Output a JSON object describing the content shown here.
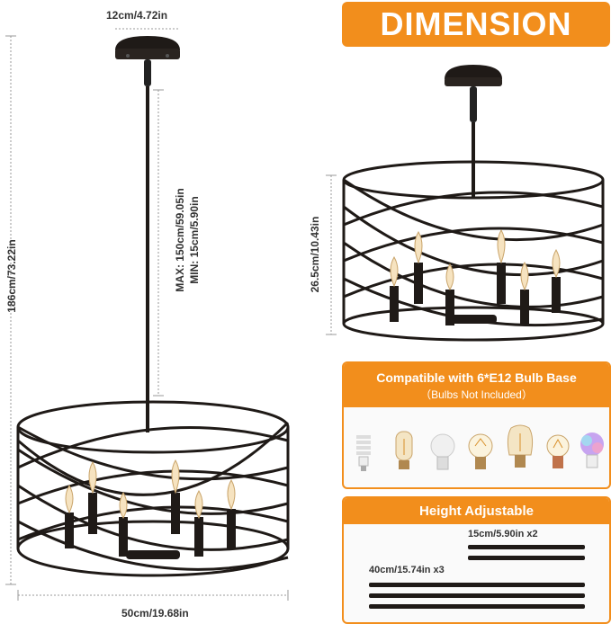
{
  "left_dims": {
    "canopy_width": "12cm/4.72in",
    "total_height": "186cm/73.22in",
    "rod_range_max": "MAX: 150cm/59.05in",
    "rod_range_min": "MIN: 15cm/5.90in",
    "shade_width": "50cm/19.68in"
  },
  "dimension_panel": {
    "title": "DIMENSION",
    "shade_height": "26.5cm/10.43in"
  },
  "bulb_panel": {
    "title": "Compatible with 6*E12 Bulb Base",
    "subtitle": "（Bulbs Not Included）",
    "bulbs": [
      "spiral-cfl-bulb-icon",
      "tubular-filament-bulb-icon",
      "led-a19-bulb-icon",
      "round-filament-bulb-icon",
      "edison-filament-bulb-icon",
      "globe-filament-bulb-icon",
      "rgb-led-bulb-icon"
    ]
  },
  "height_panel": {
    "title": "Height Adjustable",
    "rod_short": "15cm/5.90in x2",
    "rod_long": "40cm/15.74in x3"
  },
  "colors": {
    "accent": "#f28e1c",
    "metal": "#1f1a17",
    "dim_line": "#999999"
  }
}
